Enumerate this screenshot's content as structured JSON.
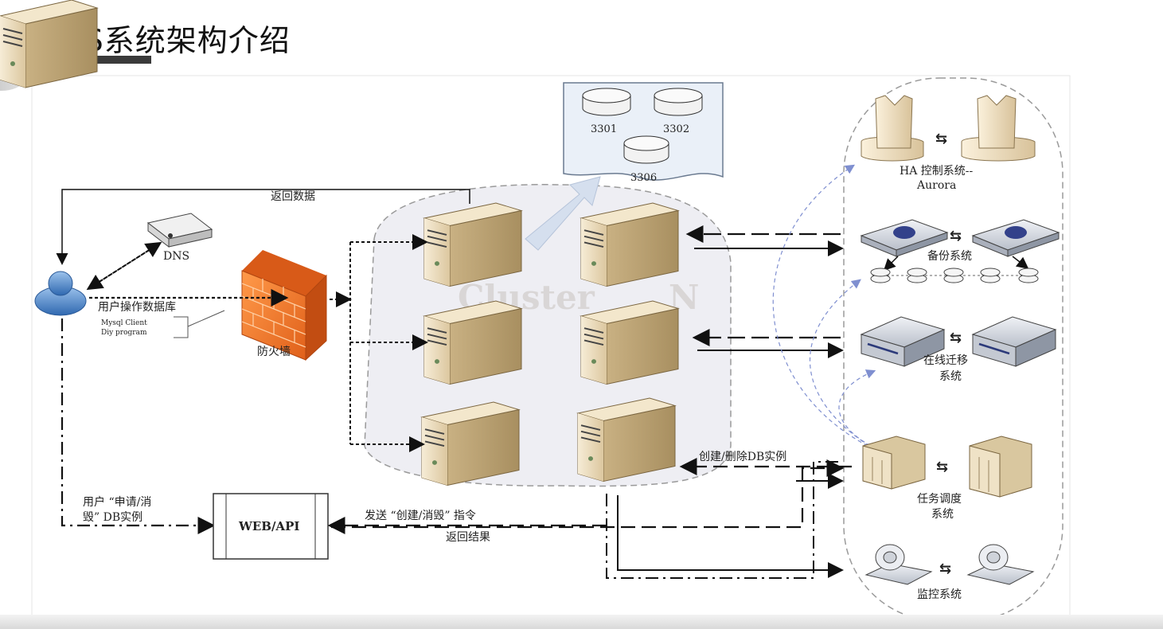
{
  "title": "RDS系统架构介绍",
  "labels": {
    "return_data": "返回数据",
    "dns": "DNS",
    "user_op_db": "用户操作数据库",
    "mysql_client": "Mysql Client",
    "diy_program": "Diy program",
    "firewall": "防火墙",
    "cluster_watermark": "Cluster",
    "cluster_n": "N",
    "db_ports": [
      "3301",
      "3302",
      "3306"
    ],
    "ha_line1": "HA 控制系统--",
    "ha_line2": "Aurora",
    "backup": "备份系统",
    "migration_line1": "在线迁移",
    "migration_line2": "系统",
    "create_delete_db": "创建/删除DB实例",
    "scheduler_line1": "任务调度",
    "scheduler_line2": "系统",
    "monitor": "监控系统",
    "user_apply_line1": "用户 “申请/消",
    "user_apply_line2": "毁” DB实例",
    "web_api": "WEB/API",
    "send_cmd": "发送 “创建/消毁” 指令",
    "return_result": "返回结果"
  },
  "colors": {
    "server_fill": "#ecdcbc",
    "firewall": "#f07a2a",
    "user_icon": "#4f86c6",
    "dashed_region": "#9a9a9a",
    "link_arrow": "#7f8fd0"
  }
}
